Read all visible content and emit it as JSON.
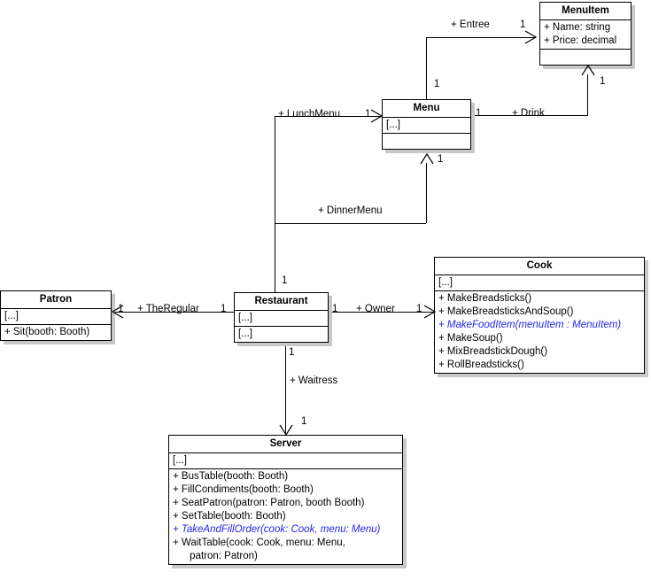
{
  "diagram": {
    "kind": "uml-class-diagram",
    "background_color": "#ffffff",
    "line_color": "#000000",
    "abstract_color": "#2424e8",
    "shadow_color": "#c8c8c8"
  },
  "classes": {
    "menuitem": {
      "name": "MenuItem",
      "compartments": [
        {
          "members": [
            "+ Name: string",
            "+ Price: decimal"
          ]
        },
        {
          "members": []
        }
      ]
    },
    "menu": {
      "name": "Menu",
      "compartments": [
        {
          "members": [
            "[...]"
          ]
        },
        {
          "members": []
        }
      ]
    },
    "cook": {
      "name": "Cook",
      "compartments": [
        {
          "members": [
            "[...]"
          ]
        },
        {
          "members": [
            "+ MakeBreadsticks()",
            "+ MakeBreadsticksAndSoup()",
            "+ MakeFoodItem(menuItem : MenuItem)",
            "+ MakeSoup()",
            "+ MixBreadstickDough()",
            "+ RollBreadsticks()"
          ]
        }
      ],
      "abstract_members": [
        "+ MakeFoodItem(menuItem : MenuItem)"
      ]
    },
    "patron": {
      "name": "Patron",
      "compartments": [
        {
          "members": [
            "[...]"
          ]
        },
        {
          "members": [
            "+ Sit(booth: Booth)"
          ]
        }
      ]
    },
    "restaurant": {
      "name": "Restaurant",
      "compartments": [
        {
          "members": [
            "[...]"
          ]
        },
        {
          "members": [
            "[...]"
          ]
        }
      ]
    },
    "server": {
      "name": "Server",
      "compartments": [
        {
          "members": [
            "[...]"
          ]
        },
        {
          "members": [
            "+ BusTable(booth: Booth)",
            "+ FillCondiments(booth: Booth)",
            "+ SeatPatron(patron: Patron, booth Booth)",
            "+ SetTable(booth: Booth)",
            "+ TakeAndFillOrder(cook: Cook, menu: Menu)",
            "+ WaitTable(cook: Cook, menu: Menu,",
            "      patron: Patron)"
          ]
        }
      ],
      "abstract_members": [
        "+ TakeAndFillOrder(cook: Cook, menu: Menu)"
      ]
    }
  },
  "associations": [
    {
      "id": "entree",
      "label": "+ Entree",
      "source": "menu",
      "target": "menuitem",
      "source_multiplicity": "1",
      "target_multiplicity": "1"
    },
    {
      "id": "drink",
      "label": "+ Drink",
      "source": "menu",
      "target": "menuitem",
      "source_multiplicity": "1",
      "target_multiplicity": "1"
    },
    {
      "id": "lunchmenu",
      "label": "+ LunchMenu",
      "source": "restaurant",
      "target": "menu",
      "source_multiplicity": "1",
      "target_multiplicity": "1"
    },
    {
      "id": "dinnermenu",
      "label": "+ DinnerMenu",
      "source": "restaurant",
      "target": "menu",
      "source_multiplicity": "1",
      "target_multiplicity": "1"
    },
    {
      "id": "theregular",
      "label": "+ TheRegular",
      "source": "restaurant",
      "target": "patron",
      "source_multiplicity": "1",
      "target_multiplicity": "1"
    },
    {
      "id": "owner",
      "label": "+ Owner",
      "source": "restaurant",
      "target": "cook",
      "source_multiplicity": "1",
      "target_multiplicity": "1"
    },
    {
      "id": "waitress",
      "label": "+ Waitress",
      "source": "restaurant",
      "target": "server",
      "source_multiplicity": "1",
      "target_multiplicity": "1"
    }
  ]
}
